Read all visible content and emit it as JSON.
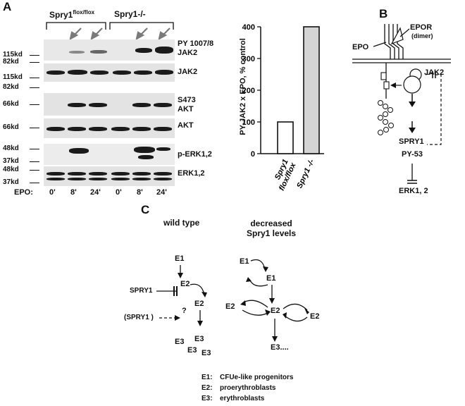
{
  "panels": {
    "a": "A",
    "b": "B",
    "c": "C"
  },
  "panel_a": {
    "group_labels": {
      "flox_main": "Spry1",
      "flox_sup": "flox/flox",
      "ko": "Spry1-/-"
    },
    "blots": [
      {
        "label_line1": "PY 1007/8",
        "label_line2": "JAK2",
        "markers": [
          "115kd",
          "82kd"
        ]
      },
      {
        "label_line1": "JAK2",
        "label_line2": "",
        "markers": [
          "115kd",
          "82kd"
        ]
      },
      {
        "label_line1": "S473",
        "label_line2": "AKT",
        "markers": [
          "66kd"
        ]
      },
      {
        "label_line1": "AKT",
        "label_line2": "",
        "markers": [
          "66kd"
        ]
      },
      {
        "label_line1": "p-ERK1,2",
        "label_line2": "",
        "markers": [
          "48kd",
          "37kd"
        ]
      },
      {
        "label_line1": "ERK1,2",
        "label_line2": "",
        "markers": [
          "48kd",
          "37kd"
        ]
      }
    ],
    "epo_label": "EPO:",
    "timepoints": [
      "0'",
      "8'",
      "24'",
      "0'",
      "8'",
      "24'"
    ]
  },
  "chart_data": {
    "type": "bar",
    "categories": [
      "Spry1 flox/flox",
      "Spry1 -/-"
    ],
    "values": [
      100,
      400
    ],
    "ylabel": "PY-JAK2 x EPO, % control",
    "ylim": [
      0,
      400
    ],
    "yticks": [
      0,
      100,
      200,
      300,
      400
    ],
    "bar_colors": [
      "#ffffff",
      "#d4d4d4"
    ],
    "category_lines": [
      [
        "Spry1",
        "flox/flox"
      ],
      [
        "Spry1 -/-"
      ]
    ]
  },
  "panel_b": {
    "epor": "EPOR",
    "dimer": "(dimer)",
    "epo": "EPO",
    "jak2": "JAK2",
    "spry1": "SPRY1",
    "py53": "PY-53",
    "erk": "ERK1, 2"
  },
  "panel_c": {
    "wild_type": "wild type",
    "decreased_line1": "decreased",
    "decreased_line2": "Spry1 levels",
    "spry1": "SPRY1",
    "spry1_paren": "(SPRY1 )",
    "question": "?",
    "e1": "E1",
    "e2": "E2",
    "e3": "E3",
    "e3_dots": "E3....",
    "legend": [
      {
        "key": "E1:",
        "text": "CFUe-like progenitors"
      },
      {
        "key": "E2:",
        "text": "proerythroblasts"
      },
      {
        "key": "E3:",
        "text": "erythroblasts"
      }
    ]
  }
}
